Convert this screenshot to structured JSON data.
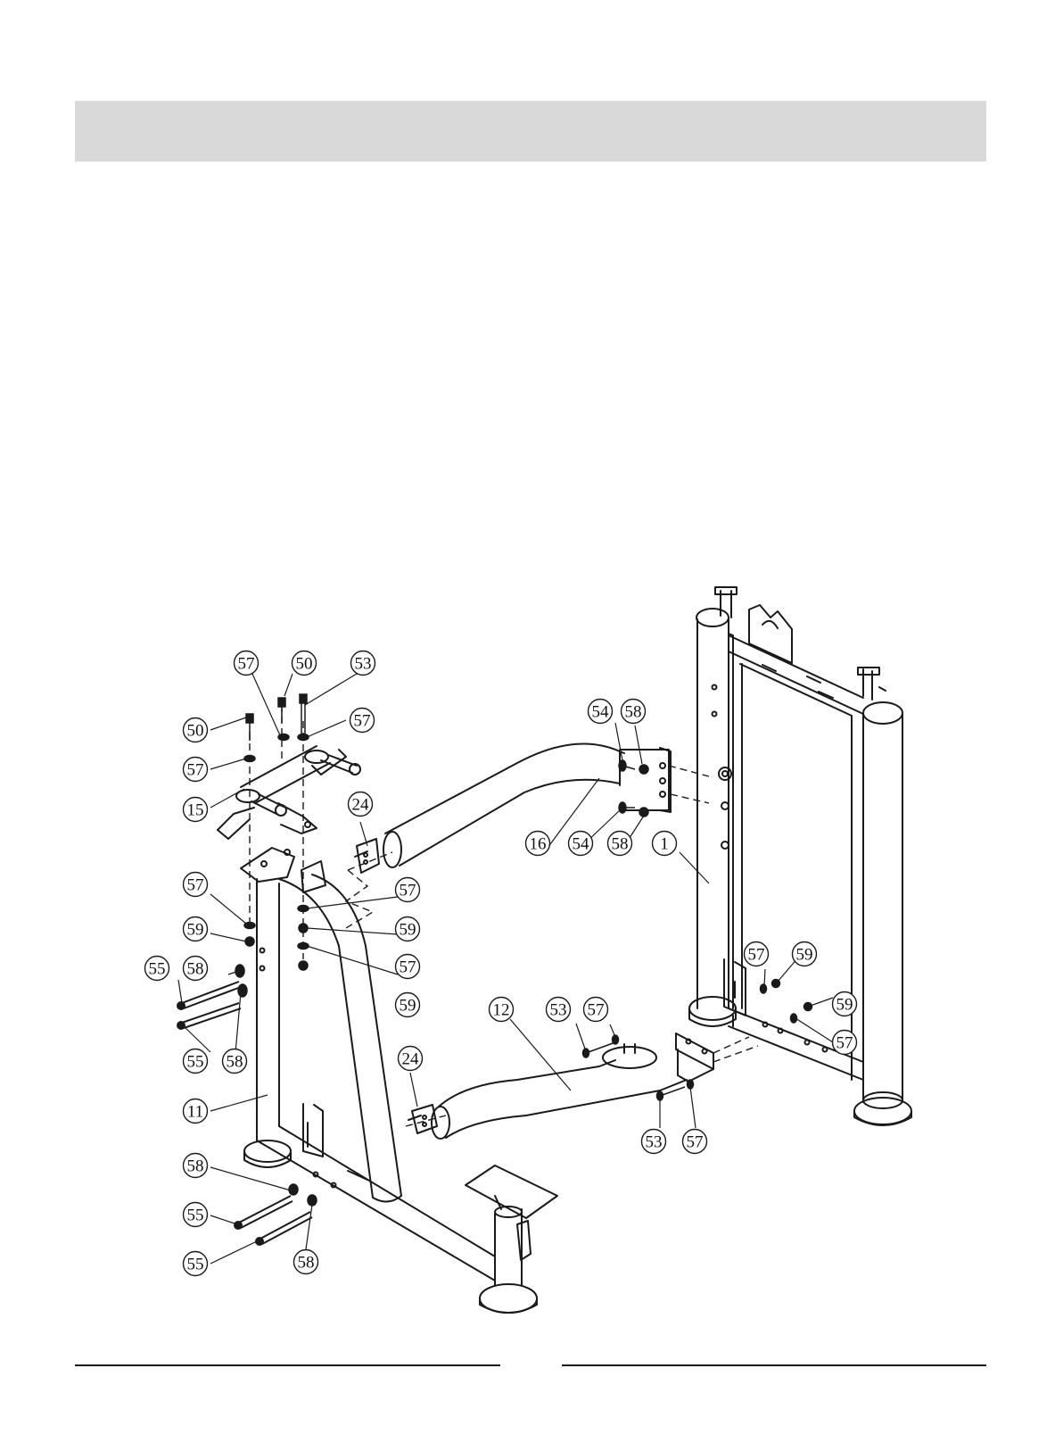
{
  "callouts": [
    {
      "id": "c1",
      "text": "57"
    },
    {
      "id": "c2",
      "text": "50"
    },
    {
      "id": "c3",
      "text": "53"
    },
    {
      "id": "c4",
      "text": "50"
    },
    {
      "id": "c5",
      "text": "57"
    },
    {
      "id": "c6",
      "text": "57"
    },
    {
      "id": "c7",
      "text": "15"
    },
    {
      "id": "c8",
      "text": "24"
    },
    {
      "id": "c9",
      "text": "54"
    },
    {
      "id": "c10",
      "text": "58"
    },
    {
      "id": "c11",
      "text": "16"
    },
    {
      "id": "c12",
      "text": "54"
    },
    {
      "id": "c13",
      "text": "58"
    },
    {
      "id": "c14",
      "text": "1"
    },
    {
      "id": "c15",
      "text": "57"
    },
    {
      "id": "c16",
      "text": "57"
    },
    {
      "id": "c17",
      "text": "59"
    },
    {
      "id": "c18",
      "text": "59"
    },
    {
      "id": "c19",
      "text": "55"
    },
    {
      "id": "c20",
      "text": "58"
    },
    {
      "id": "c21",
      "text": "57"
    },
    {
      "id": "c22",
      "text": "59"
    },
    {
      "id": "c23",
      "text": "55"
    },
    {
      "id": "c24",
      "text": "58"
    },
    {
      "id": "c25",
      "text": "12"
    },
    {
      "id": "c26",
      "text": "53"
    },
    {
      "id": "c27",
      "text": "57"
    },
    {
      "id": "c28",
      "text": "57"
    },
    {
      "id": "c29",
      "text": "59"
    },
    {
      "id": "c30",
      "text": "59"
    },
    {
      "id": "c31",
      "text": "57"
    },
    {
      "id": "c32",
      "text": "24"
    },
    {
      "id": "c33",
      "text": "11"
    },
    {
      "id": "c34",
      "text": "53"
    },
    {
      "id": "c35",
      "text": "57"
    },
    {
      "id": "c36",
      "text": "58"
    },
    {
      "id": "c37",
      "text": "55"
    },
    {
      "id": "c38",
      "text": "55"
    },
    {
      "id": "c39",
      "text": "58"
    }
  ],
  "colors": {
    "line": "#1a1a1a",
    "band": "#d9d9d9"
  }
}
